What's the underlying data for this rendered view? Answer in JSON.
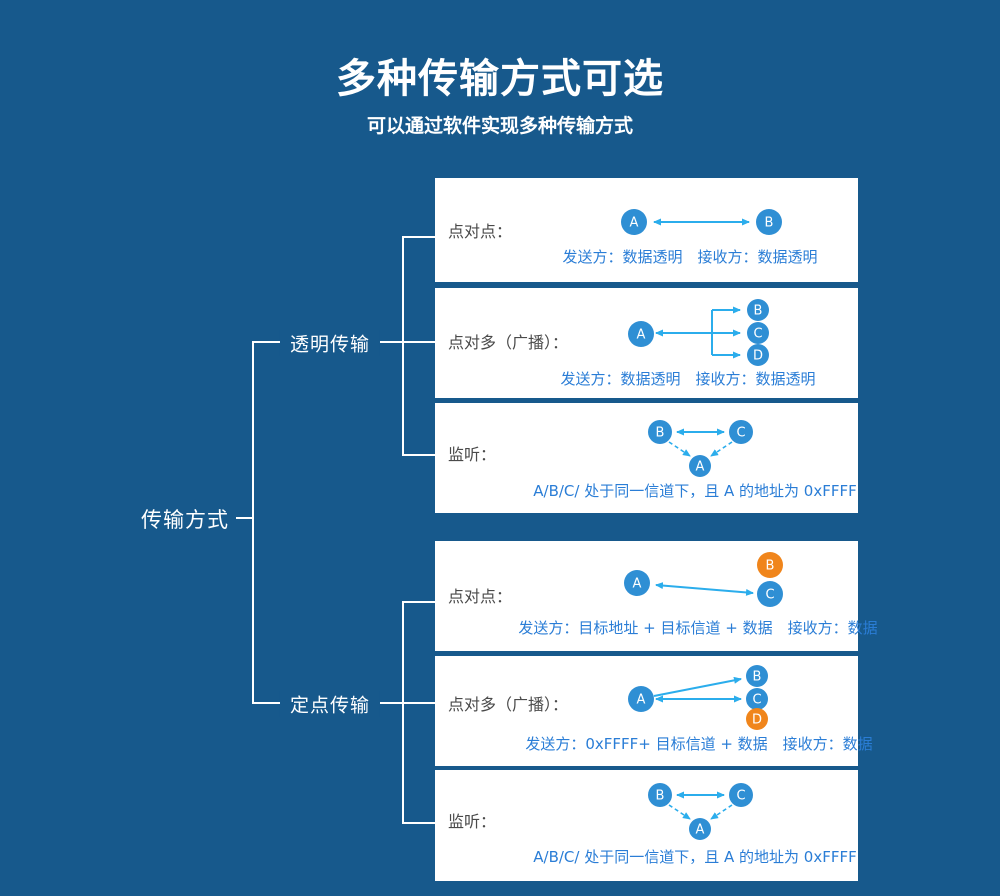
{
  "palette": {
    "background": "#17598C",
    "card_background": "#FFFFFF",
    "node_blue": "#2F8FD4",
    "node_orange": "#F0851B",
    "arrow_cyan": "#2BADEC",
    "caption_blue": "#2A7DD6",
    "card_label_gray": "#4A4A4A",
    "tree_white": "#FFFFFF"
  },
  "header": {
    "title": "多种传输方式可选",
    "subtitle": "可以通过软件实现多种传输方式"
  },
  "tree": {
    "root": "传输方式",
    "branches": [
      {
        "label": "透明传输"
      },
      {
        "label": "定点传输"
      }
    ]
  },
  "cards": [
    {
      "label": "点对点：",
      "caption": "发送方：数据透明　接收方：数据透明",
      "nodes": [
        {
          "label": "A",
          "color": "#2F8FD4"
        },
        {
          "label": "B",
          "color": "#2F8FD4"
        }
      ]
    },
    {
      "label": "点对多（广播）：",
      "caption": "发送方：数据透明　接收方：数据透明",
      "nodes": [
        {
          "label": "A",
          "color": "#2F8FD4"
        },
        {
          "label": "B",
          "color": "#2F8FD4"
        },
        {
          "label": "C",
          "color": "#2F8FD4"
        },
        {
          "label": "D",
          "color": "#2F8FD4"
        }
      ]
    },
    {
      "label": "监听：",
      "caption": "A/B/C/ 处于同一信道下，且 A 的地址为 0xFFFF",
      "nodes": [
        {
          "label": "B",
          "color": "#2F8FD4"
        },
        {
          "label": "C",
          "color": "#2F8FD4"
        },
        {
          "label": "A",
          "color": "#2F8FD4"
        }
      ]
    },
    {
      "label": "点对点：",
      "caption": "发送方：目标地址 + 目标信道 + 数据　接收方：数据",
      "nodes": [
        {
          "label": "B",
          "color": "#F0851B"
        },
        {
          "label": "A",
          "color": "#2F8FD4"
        },
        {
          "label": "C",
          "color": "#2F8FD4"
        }
      ]
    },
    {
      "label": "点对多（广播）：",
      "caption": "发送方：0xFFFF+ 目标信道 + 数据　接收方：数据",
      "nodes": [
        {
          "label": "A",
          "color": "#2F8FD4"
        },
        {
          "label": "B",
          "color": "#2F8FD4"
        },
        {
          "label": "C",
          "color": "#2F8FD4"
        },
        {
          "label": "D",
          "color": "#F0851B"
        }
      ]
    },
    {
      "label": "监听：",
      "caption": "A/B/C/ 处于同一信道下，且 A 的地址为 0xFFFF",
      "nodes": [
        {
          "label": "B",
          "color": "#2F8FD4"
        },
        {
          "label": "C",
          "color": "#2F8FD4"
        },
        {
          "label": "A",
          "color": "#2F8FD4"
        }
      ]
    }
  ]
}
